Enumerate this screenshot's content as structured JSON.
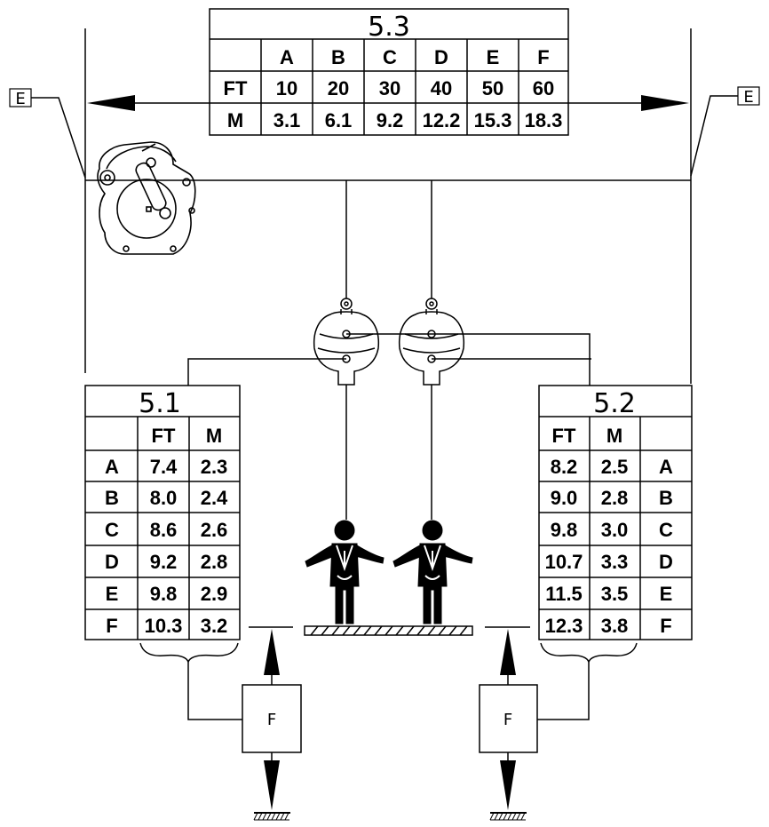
{
  "table_5_3": {
    "title": "5.3",
    "columns": [
      "A",
      "B",
      "C",
      "D",
      "E",
      "F"
    ],
    "rows": [
      {
        "unit": "FT",
        "values": [
          "10",
          "20",
          "30",
          "40",
          "50",
          "60"
        ]
      },
      {
        "unit": "M",
        "values": [
          "3.1",
          "6.1",
          "9.2",
          "12.2",
          "15.3",
          "18.3"
        ]
      }
    ]
  },
  "table_5_1": {
    "title": "5.1",
    "units": [
      "FT",
      "M"
    ],
    "rows": [
      {
        "label": "A",
        "ft": "7.4",
        "m": "2.3"
      },
      {
        "label": "B",
        "ft": "8.0",
        "m": "2.4"
      },
      {
        "label": "C",
        "ft": "8.6",
        "m": "2.6"
      },
      {
        "label": "D",
        "ft": "9.2",
        "m": "2.8"
      },
      {
        "label": "E",
        "ft": "9.8",
        "m": "2.9"
      },
      {
        "label": "F",
        "ft": "10.3",
        "m": "3.2"
      }
    ]
  },
  "table_5_2": {
    "title": "5.2",
    "units": [
      "FT",
      "M"
    ],
    "rows": [
      {
        "label": "A",
        "ft": "8.2",
        "m": "2.5"
      },
      {
        "label": "B",
        "ft": "9.0",
        "m": "2.8"
      },
      {
        "label": "C",
        "ft": "9.8",
        "m": "3.0"
      },
      {
        "label": "D",
        "ft": "10.7",
        "m": "3.3"
      },
      {
        "label": "E",
        "ft": "11.5",
        "m": "3.5"
      },
      {
        "label": "F",
        "ft": "12.3",
        "m": "3.8"
      }
    ]
  },
  "labels": {
    "e_left": "E",
    "e_right": "E",
    "f_left": "F",
    "f_right": "F"
  },
  "icons": [
    "anchor-winch-icon",
    "self-retracting-lifeline-icon",
    "harnessed-worker-icon",
    "ground-hatch-icon"
  ]
}
